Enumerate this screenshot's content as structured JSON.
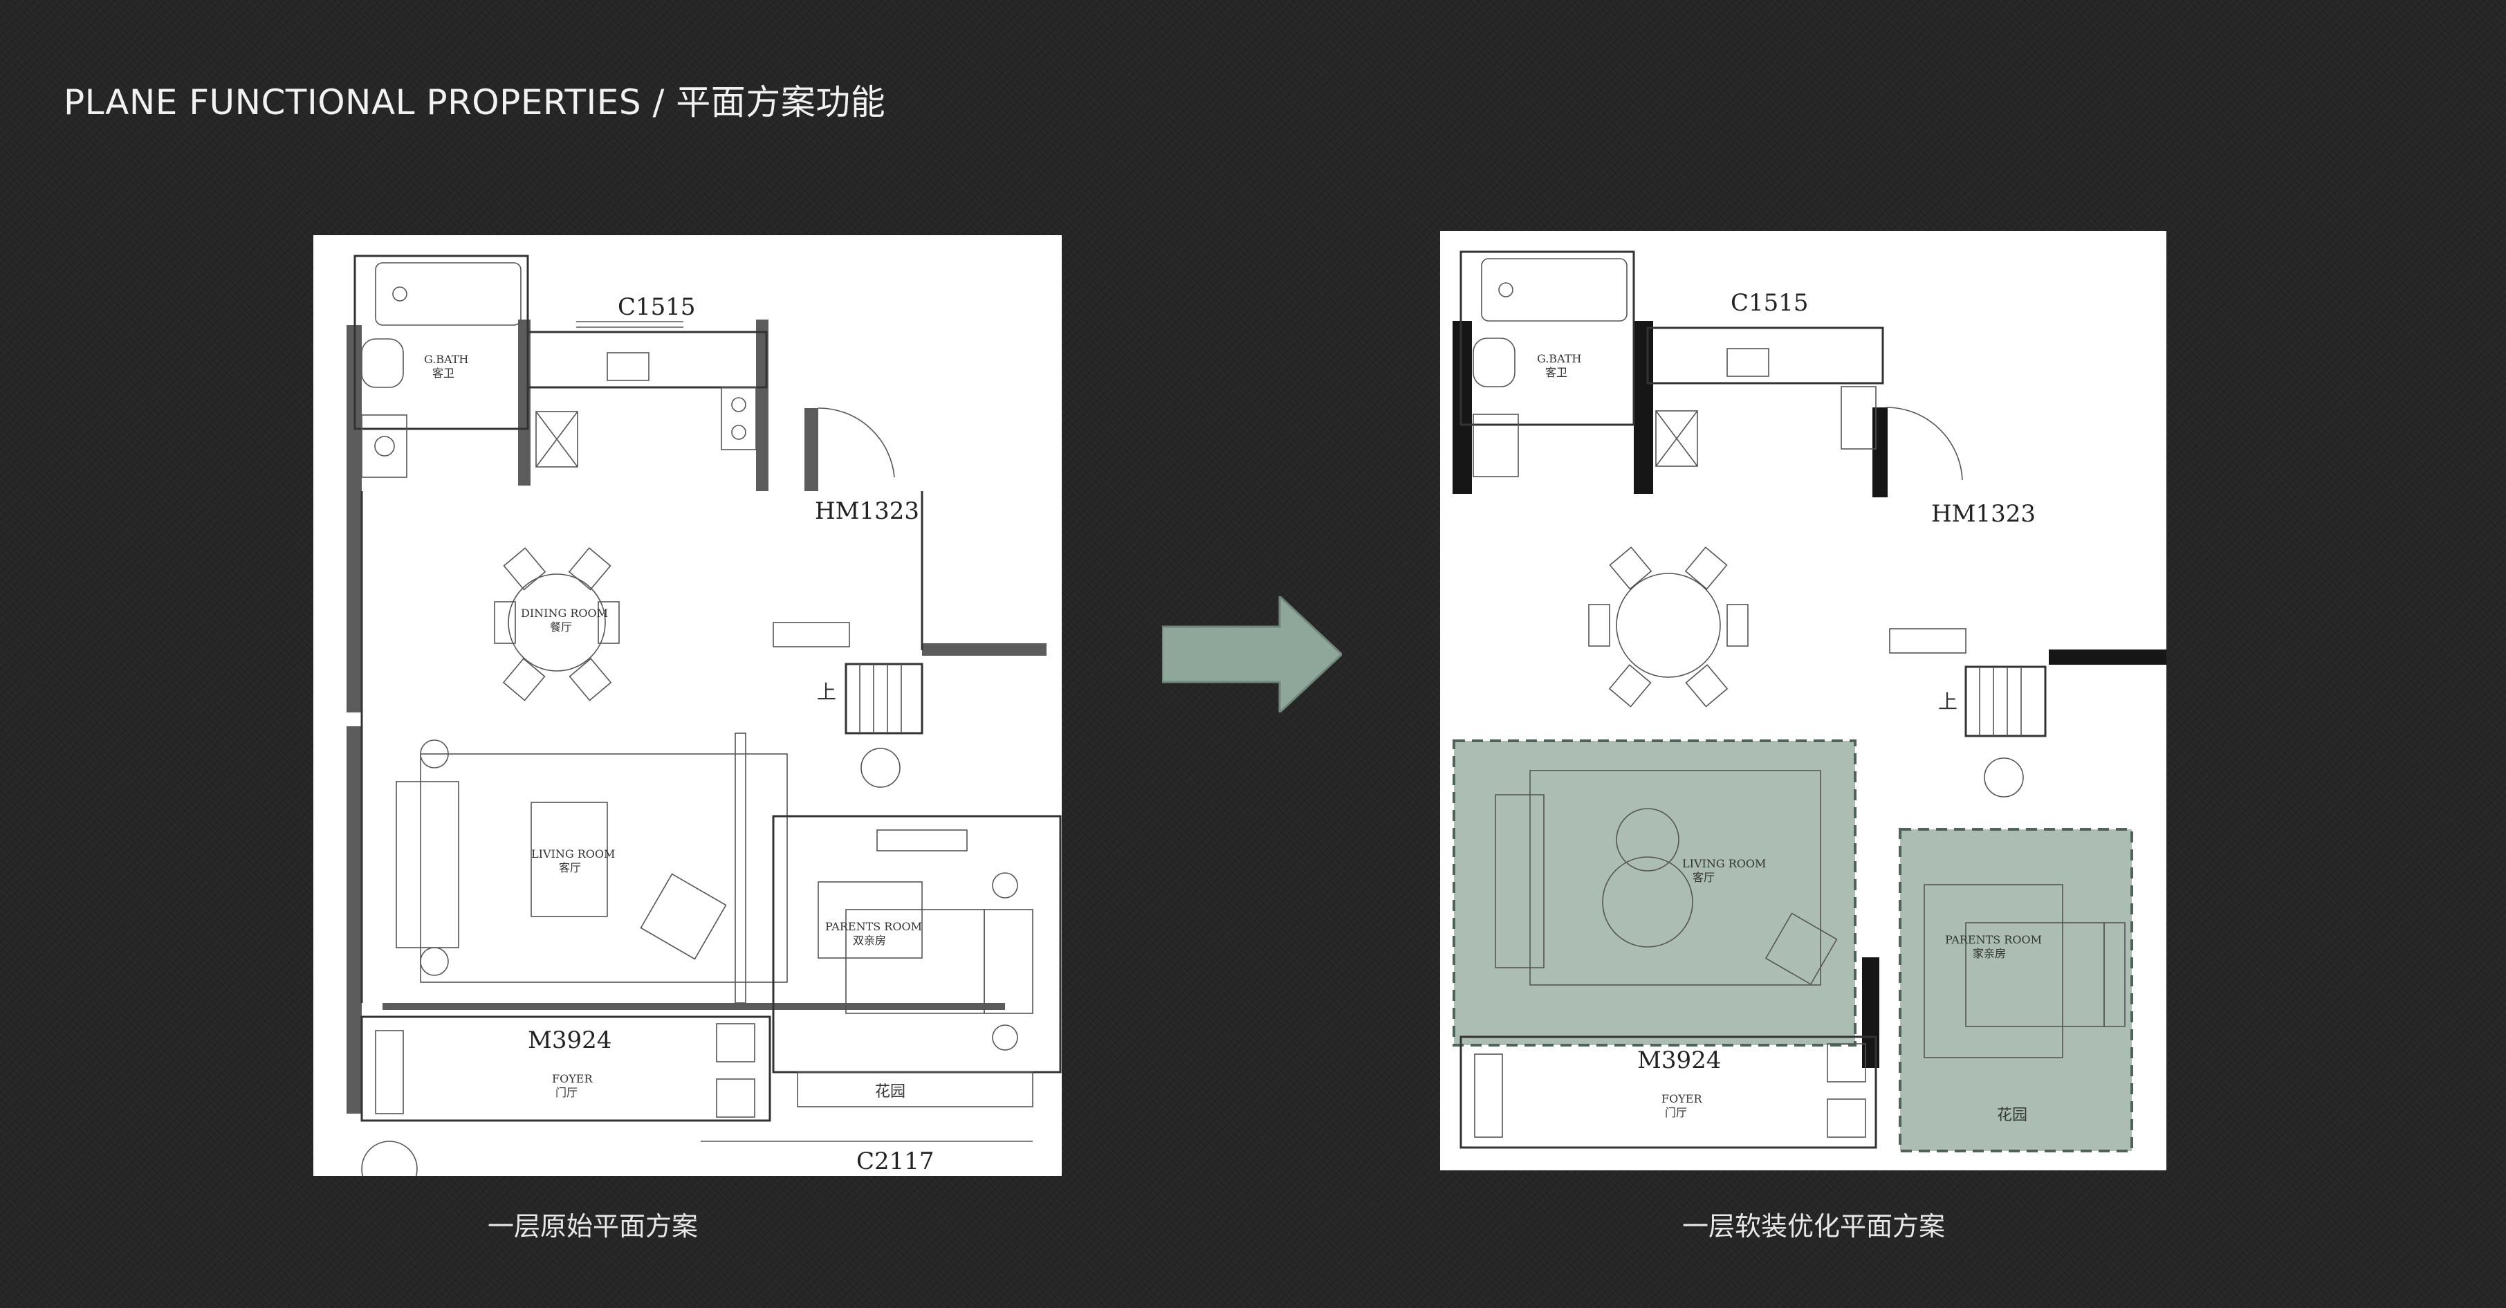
{
  "header": {
    "title": "PLANE FUNCTIONAL PROPERTIES / 平面方案功能"
  },
  "plan_labels": {
    "window_top": "C1515",
    "door_entry": "HM1323",
    "door_main": "M3924",
    "window_bottom": "C2117",
    "guest_bath_en": "G.BATH",
    "guest_bath_cn": "客卫",
    "dining_en": "DINING ROOM",
    "dining_cn": "餐厅",
    "living_en": "LIVING ROOM",
    "living_cn": "客厅",
    "parents_en": "PARENTS ROOM",
    "parents_cn": "双亲房",
    "parents_cn_alt": "家亲房",
    "foyer_en": "FOYER",
    "foyer_cn": "门厅",
    "stair_mark": "上",
    "garden_mark": "花园"
  },
  "captions": {
    "left": "一层原始平面方案",
    "right": "一层软装优化平面方案"
  },
  "colors": {
    "background": "#262626",
    "highlight": "#7f9a8c",
    "arrow": "#8fa79a"
  },
  "icons": {
    "arrow": "right-arrow-icon"
  }
}
